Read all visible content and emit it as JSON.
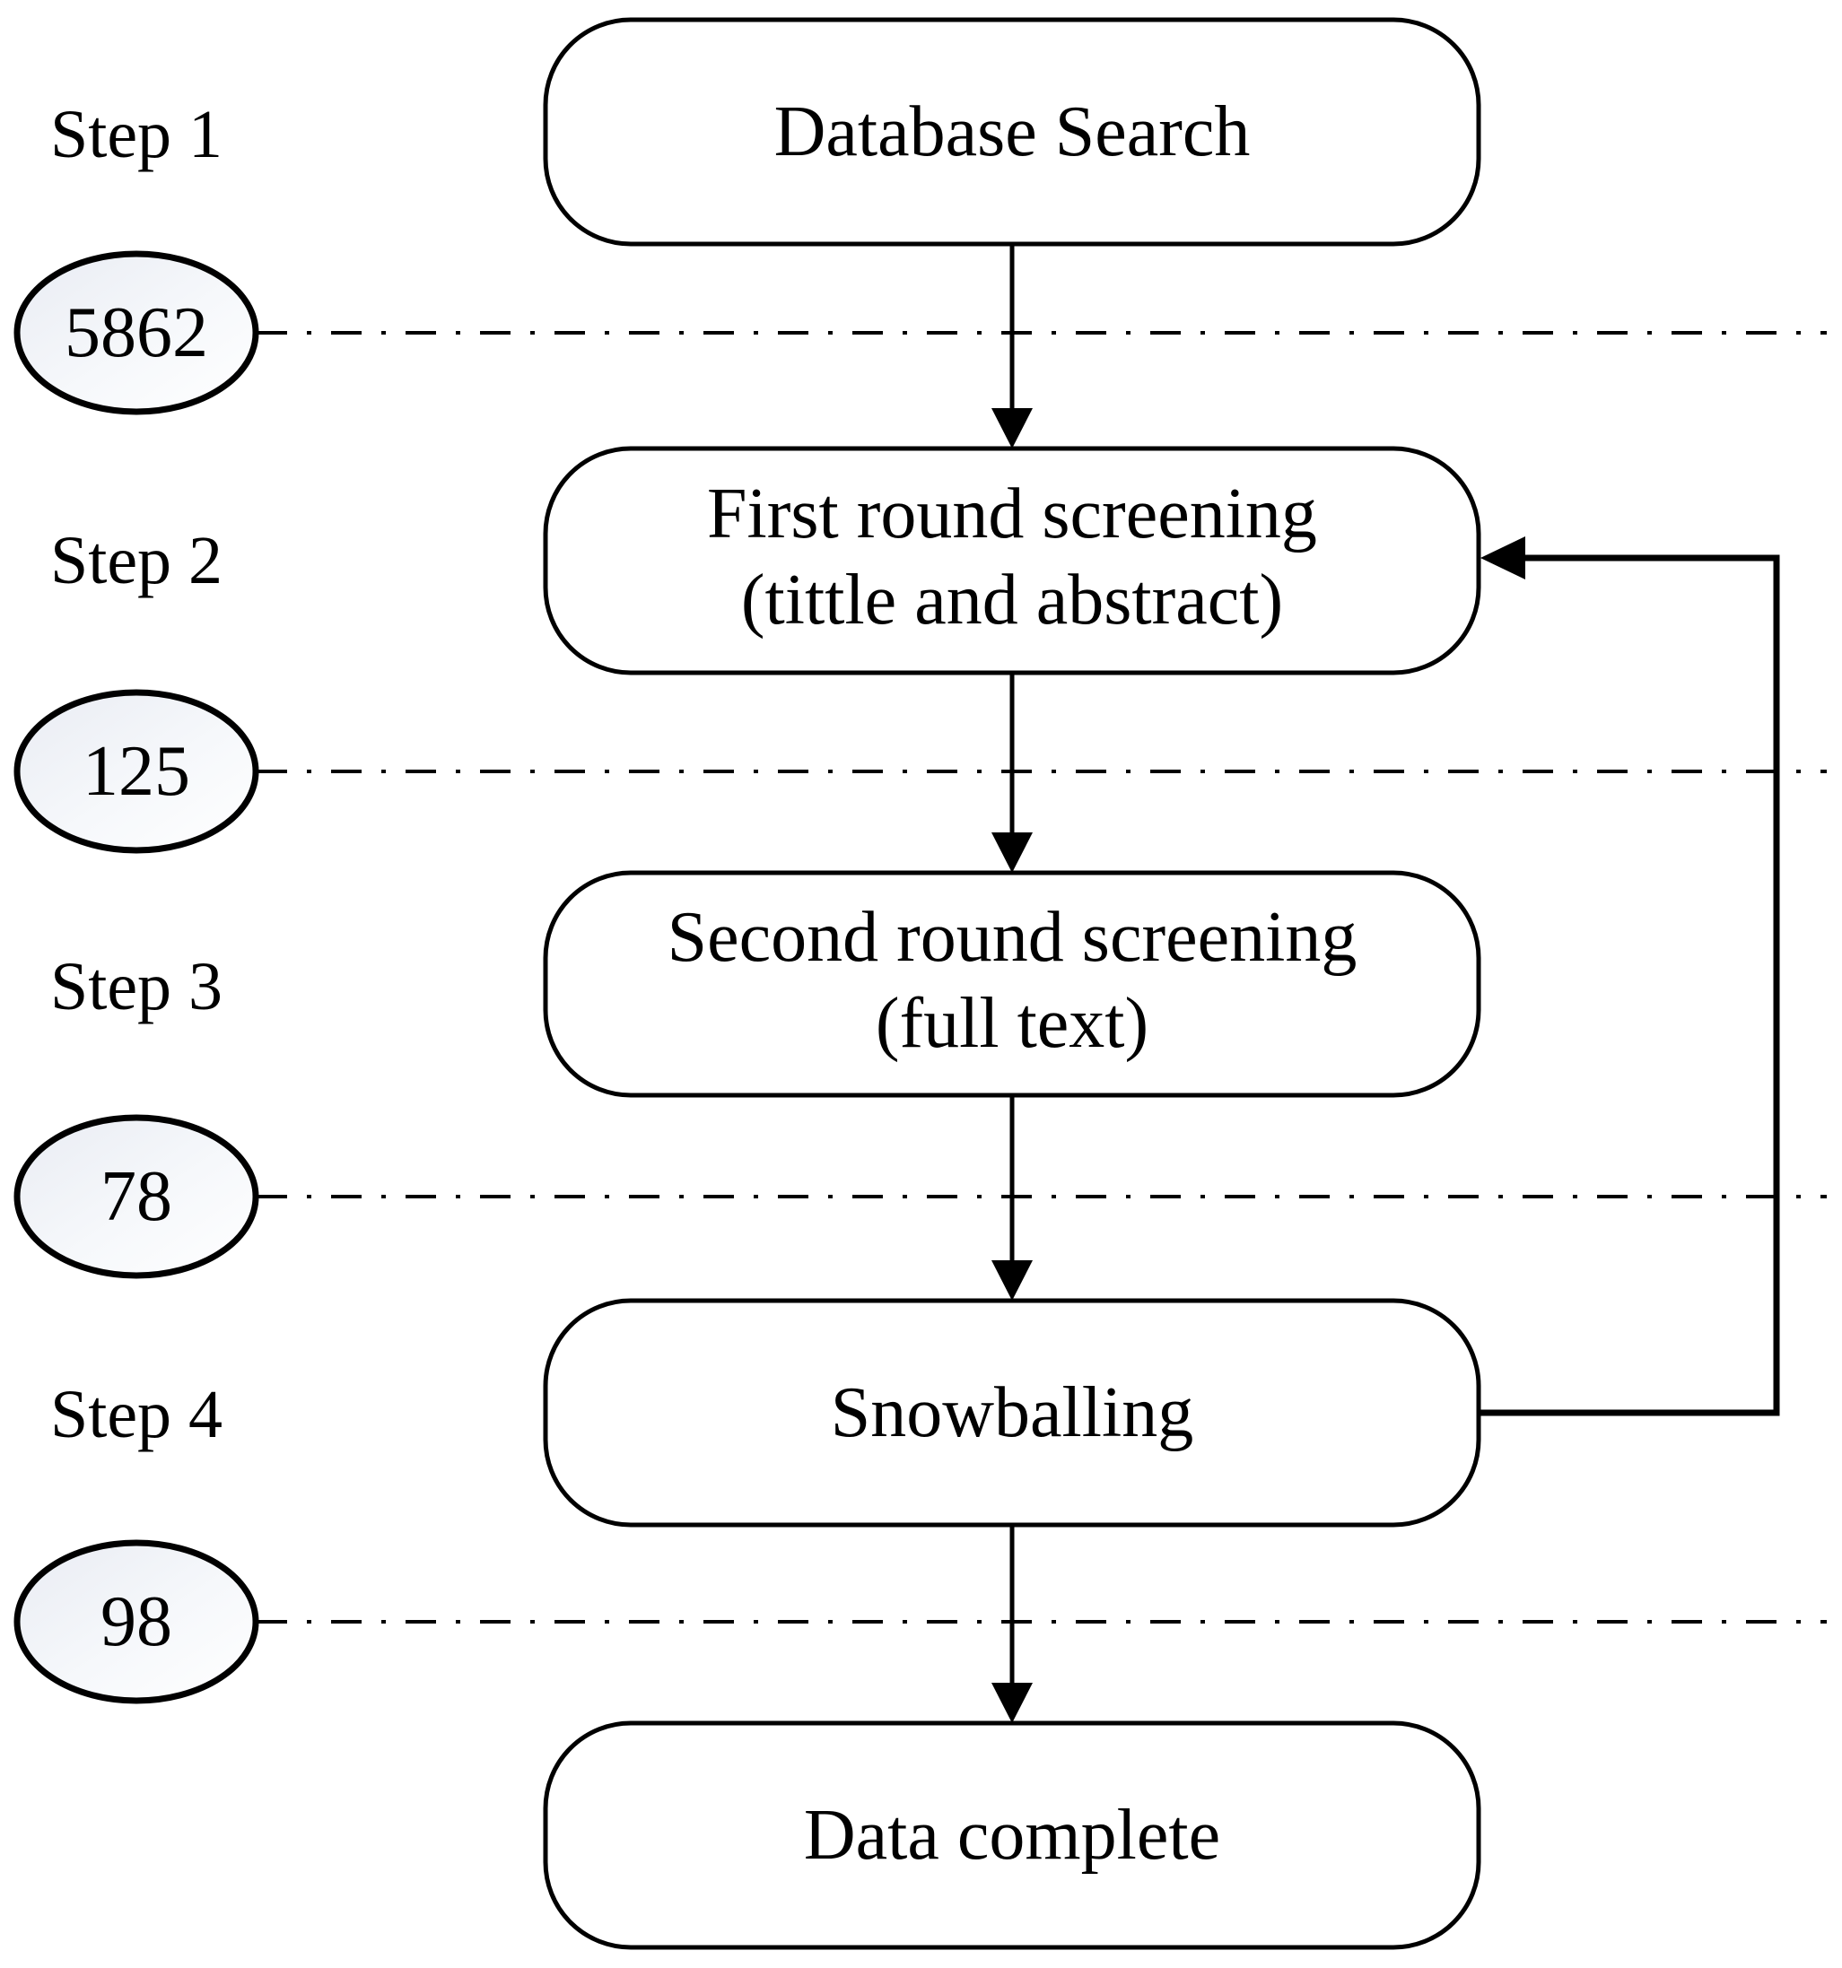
{
  "flowchart": {
    "steps": [
      {
        "label": "Step 1"
      },
      {
        "label": "Step 2"
      },
      {
        "label": "Step 3"
      },
      {
        "label": "Step 4"
      }
    ],
    "counts": [
      {
        "value": "5862"
      },
      {
        "value": "125"
      },
      {
        "value": "78"
      },
      {
        "value": "98"
      }
    ],
    "nodes": [
      {
        "line1": "Database Search"
      },
      {
        "line1": "First round screening",
        "line2": "(tittle and abstract)"
      },
      {
        "line1": "Second round screening",
        "line2": "(full text)"
      },
      {
        "line1": "Snowballing"
      },
      {
        "line1": "Data complete"
      }
    ],
    "colors": {
      "line": "#000000",
      "node_fill": "#ffffff",
      "badge_gradient_start": "#e9ecf3",
      "badge_gradient_mid": "#f6f8fb",
      "badge_gradient_end": "#ffffff",
      "background": "#ffffff"
    }
  }
}
